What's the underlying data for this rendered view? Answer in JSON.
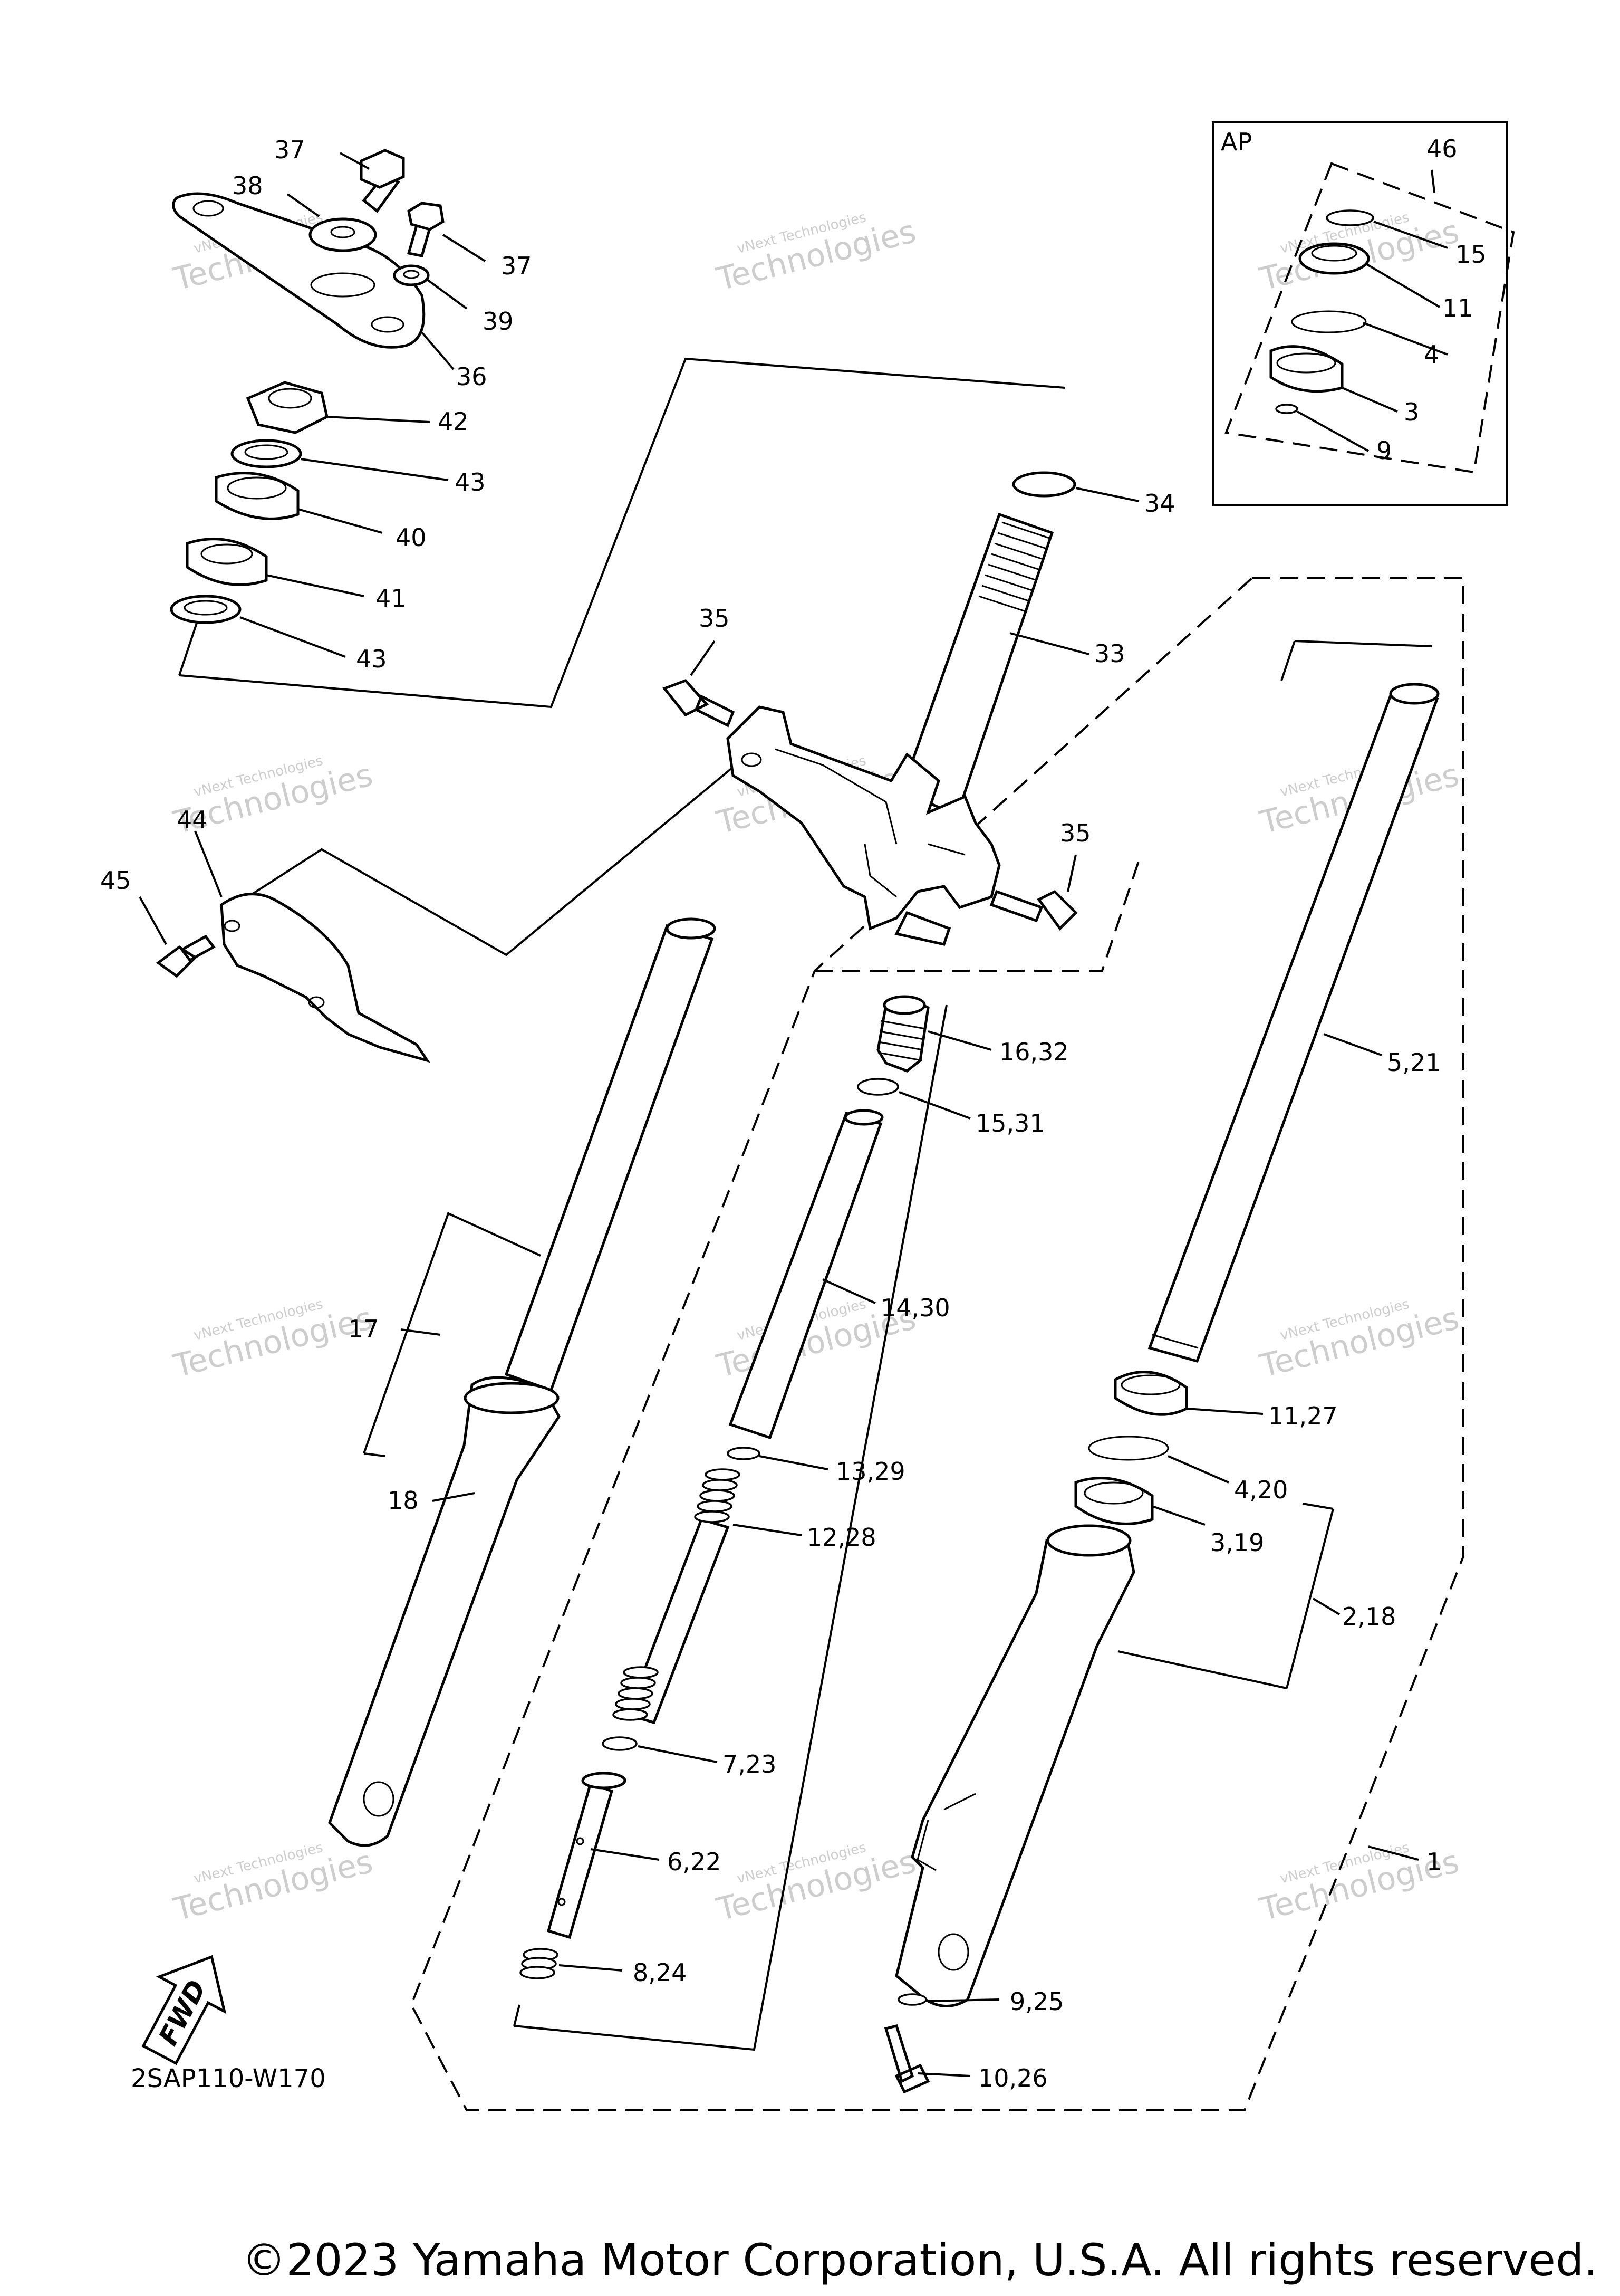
{
  "diagram_code": "2SAP110-W170",
  "copyright": "©2023 Yamaha Motor Corporation, U.S.A. All rights reserved.",
  "inset_label": "AP",
  "fwd_label": "FWD",
  "watermark": {
    "small": "vNext Technologies",
    "big": "Technologies"
  },
  "callouts": {
    "c37a": "37",
    "c38": "38",
    "c37b": "37",
    "c39": "39",
    "c36": "36",
    "c42": "42",
    "c43a": "43",
    "c40": "40",
    "c41": "41",
    "c43b": "43",
    "c34": "34",
    "c33": "33",
    "c35a": "35",
    "c35b": "35",
    "c44": "44",
    "c45": "45",
    "c46": "46",
    "c15": "15",
    "c11": "11",
    "c4": "4",
    "c3": "3",
    "c9": "9",
    "c16_32": "16,32",
    "c15_31": "15,31",
    "c14_30": "14,30",
    "c13_29": "13,29",
    "c12_28": "12,28",
    "c7_23": "7,23",
    "c6_22": "6,22",
    "c8_24": "8,24",
    "c5_21": "5,21",
    "c11_27": "11,27",
    "c4_20": "4,20",
    "c3_19": "3,19",
    "c2_18": "2,18",
    "c1": "1",
    "c9_25": "9,25",
    "c10_26": "10,26",
    "c17": "17",
    "c18": "18"
  }
}
